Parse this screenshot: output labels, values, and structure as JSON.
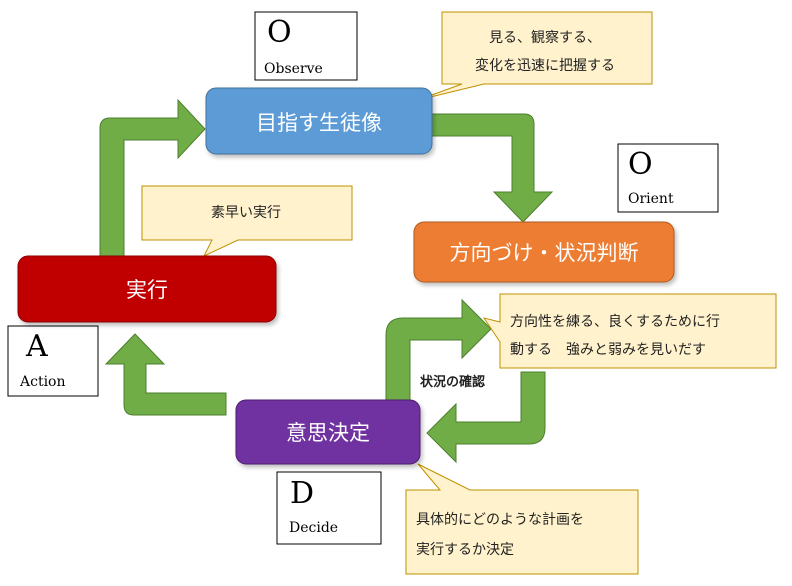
{
  "nodes": {
    "observe": {
      "label": "目指す生徒像",
      "color": "#5B9BD5"
    },
    "orient": {
      "label": "方向づけ・状況判断",
      "color": "#ED7D31"
    },
    "decide": {
      "label": "意思決定",
      "color": "#7030A0"
    },
    "act": {
      "label": "実行",
      "color": "#C00000"
    }
  },
  "stage_boxes": {
    "observe": {
      "letter": "O",
      "word": "Observe"
    },
    "orient": {
      "letter": "O",
      "word": "Orient"
    },
    "decide": {
      "letter": "D",
      "word": "Decide"
    },
    "act": {
      "letter": "A",
      "word": "Action"
    }
  },
  "callouts": {
    "observe": {
      "line1": "見る、観察する、",
      "line2": "変化を迅速に把握する"
    },
    "orient": {
      "line1": "方向性を練る、良くするために行",
      "line2": "動する　強みと弱みを見いだす"
    },
    "decide": {
      "line1": "具体的にどのような計画を",
      "line2": "実行するか決定"
    },
    "act": {
      "line1": "素早い実行"
    }
  },
  "arrow_label": "状況の確認",
  "colors": {
    "arrow": "#70AD47",
    "callout_fill": "#FFF2CC",
    "callout_border": "#BF9000"
  }
}
